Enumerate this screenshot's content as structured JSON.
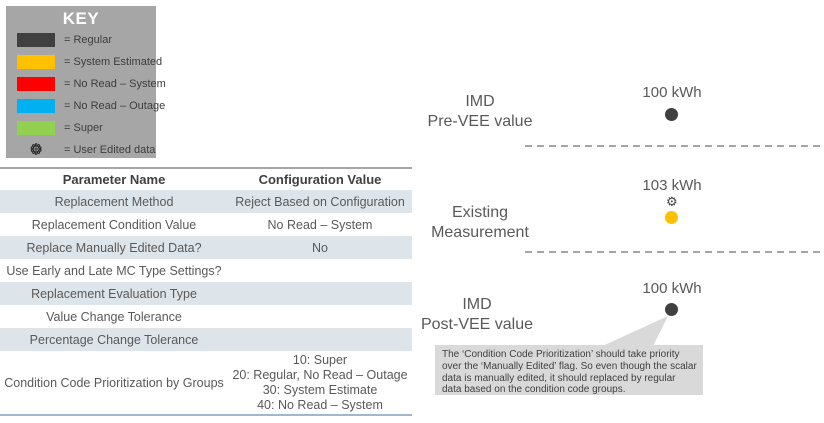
{
  "key": {
    "title": "KEY",
    "items": [
      {
        "label": "= Regular",
        "color": "#404040"
      },
      {
        "label": "= System Estimated",
        "color": "#FFC000"
      },
      {
        "label": "= No Read – System",
        "color": "#FF0000"
      },
      {
        "label": "= No Read – Outage",
        "color": "#00B0F0"
      },
      {
        "label": "= Super",
        "color": "#92D050"
      },
      {
        "label": "= User Edited data",
        "icon": "gear-icon"
      }
    ]
  },
  "table": {
    "headers": [
      "Parameter Name",
      "Configuration Value"
    ],
    "rows": [
      {
        "name": "Replacement Method",
        "value": "Reject Based on Configuration"
      },
      {
        "name": "Replacement Condition Value",
        "value": "No Read – System"
      },
      {
        "name": "Replace Manually Edited Data?",
        "value": "No"
      },
      {
        "name": "Use Early and Late MC Type Settings?",
        "value": ""
      },
      {
        "name": "Replacement Evaluation Type",
        "value": ""
      },
      {
        "name": "Value Change Tolerance",
        "value": ""
      },
      {
        "name": "Percentage Change Tolerance",
        "value": ""
      },
      {
        "name": "Condition Code Prioritization by Groups",
        "value": [
          "10: Super",
          "20: Regular, No Read – Outage",
          "30: System Estimate",
          "40: No Read – System"
        ]
      }
    ]
  },
  "diagram": {
    "sections": [
      {
        "label": [
          "IMD",
          "Pre-VEE value"
        ],
        "value": "100 kWh",
        "dot_color": "#404040",
        "has_gear": false
      },
      {
        "label": [
          "Existing",
          "Measurement"
        ],
        "value": "103 kWh",
        "dot_color": "#FFC000",
        "has_gear": true
      },
      {
        "label": [
          "IMD",
          "Post-VEE value"
        ],
        "value": "100 kWh",
        "dot_color": "#404040",
        "has_gear": false
      }
    ],
    "gear_glyph": "⚙",
    "callout_text": "The ‘Condition Code Prioritization’ should take priority over the ‘Manually Edited’ flag.  So even though the scalar data is manually edited, it should replaced by regular data based on the condition code groups.",
    "colors": {
      "dark": "#404040",
      "estimated": "#FFC000",
      "callout_bg": "#d9d9d9"
    }
  }
}
